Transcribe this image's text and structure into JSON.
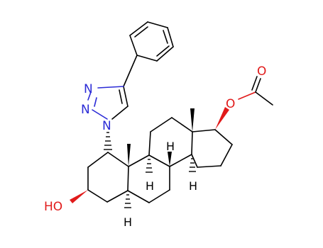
{
  "structure": {
    "atom_labels": {
      "n_upper": "N",
      "n_lower": "N",
      "n_triazole": "N",
      "o_carbonyl": "O",
      "o_ester": "O",
      "oh_label": "HO"
    },
    "h_labels": {
      "h_c8": "H",
      "h_c9": "H",
      "h_c14": "H",
      "h_c5": "H"
    }
  },
  "colors": {
    "carbon": "#000000",
    "nitrogen": "#2b2bd6",
    "oxygen": "#e11a1a",
    "background": "#ffffff"
  }
}
